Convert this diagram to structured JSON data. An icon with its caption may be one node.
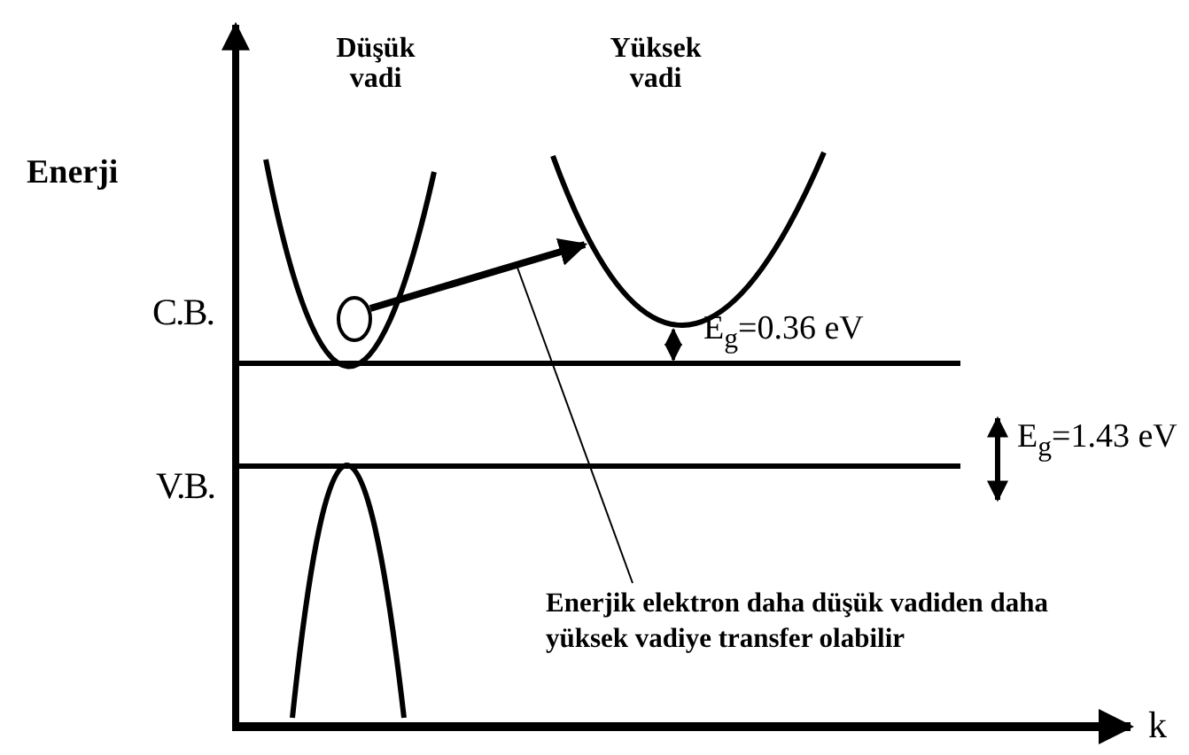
{
  "diagram": {
    "nodes": [
      {
        "text": [
          "Enerjik elektron daha düşük vadiden daha yüksek vadiye transfer olabilir"
        ]
      },
      {
        "text": [],
        "shape": "circle"
      }
    ],
    "edges": [
      {
        "from": 1,
        "to": null,
        "arrow": "to",
        "style": "thick"
      },
      {
        "from": 0,
        "to": null,
        "arrow": "none"
      }
    ],
    "labels": [
      "Enerji",
      "Düşük vadi",
      "Yüksek vadi",
      "C.B.",
      "E$_{g}$=0.36 eV",
      "E$_{g}$=1.43 eV",
      "V.B.",
      "k"
    ]
  }
}
